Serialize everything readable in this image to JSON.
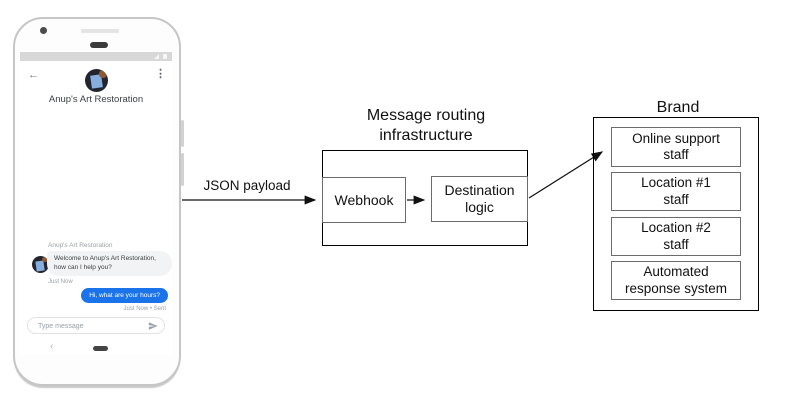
{
  "phone": {
    "status_bar": {
      "icons": [
        "signal-icon",
        "battery-icon"
      ]
    },
    "header": {
      "back_icon": "←",
      "menu_icon": "⋮",
      "title": "Anup's Art Restoration",
      "avatar_icon": "business-avatar"
    },
    "chat": {
      "sender_label": "Anup's Art Restoration",
      "incoming_text": "Welcome to Anup's Art Restoration, how can I help you?",
      "incoming_timestamp": "Just Now",
      "outgoing_text": "Hi, what are your hours?",
      "outgoing_timestamp": "Just Now • Sent"
    },
    "composer": {
      "placeholder": "Type message",
      "send_icon": "send-icon"
    },
    "nav": {
      "back_icon": "‹"
    }
  },
  "diagram": {
    "payload_label": "JSON payload",
    "routing": {
      "title": "Message routing\ninfrastructure",
      "webhook_label": "Webhook",
      "destination_label": "Destination\nlogic"
    },
    "brand": {
      "title": "Brand",
      "boxes": [
        "Online support\nstaff",
        "Location #1\nstaff",
        "Location #2\nstaff",
        "Automated\nresponse system"
      ]
    }
  },
  "colors": {
    "outgoing_bubble": "#1a73e8",
    "incoming_bubble": "#f1f3f4",
    "status_bar": "#d8d8d8",
    "box_border": "#000000",
    "inner_box_border": "#6b6b6b"
  }
}
